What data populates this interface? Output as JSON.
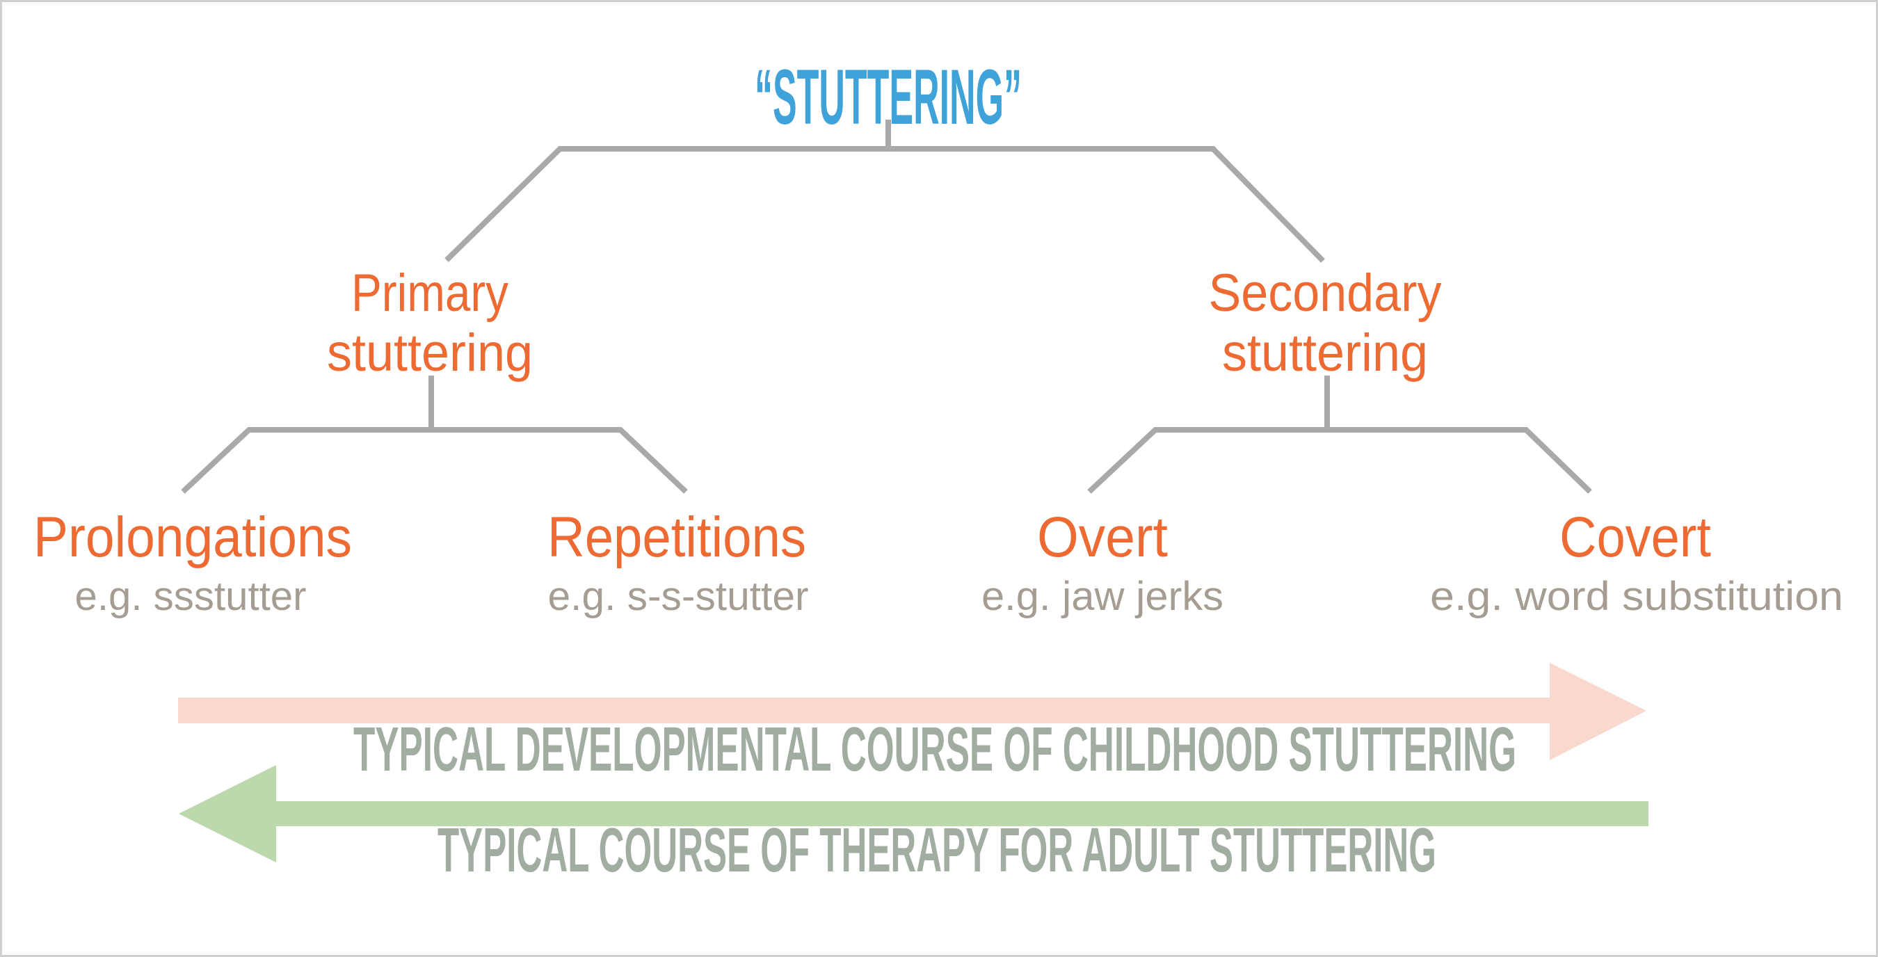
{
  "title": "“STUTTERING”",
  "tree": {
    "branches": [
      {
        "line1": "Primary",
        "line2": "stuttering",
        "children": [
          {
            "term": "Prolongations",
            "example": "e.g. ssstutter"
          },
          {
            "term": "Repetitions",
            "example": "e.g. s-s-stutter"
          }
        ]
      },
      {
        "line1": "Secondary",
        "line2": "stuttering",
        "children": [
          {
            "term": "Overt",
            "example": "e.g. jaw jerks"
          },
          {
            "term": "Covert",
            "example": "e.g. word substitution"
          }
        ]
      }
    ]
  },
  "arrows": {
    "development": {
      "label": "TYPICAL DEVELOPMENTAL COURSE OF CHILDHOOD STUTTERING",
      "direction": "right",
      "color": "#F9D8CE"
    },
    "therapy": {
      "label": "TYPICAL COURSE OF THERAPY FOR ADULT STUTTERING",
      "direction": "left",
      "color": "#BBD9AC"
    }
  },
  "colors": {
    "title_blue": "#3FA3DA",
    "node_orange": "#ED6B33",
    "example_gray": "#A69D92",
    "connector_gray": "#A9A9A9",
    "arrow_label_sage": "#A0ADA0",
    "frame_gray": "#CFCFCF"
  }
}
